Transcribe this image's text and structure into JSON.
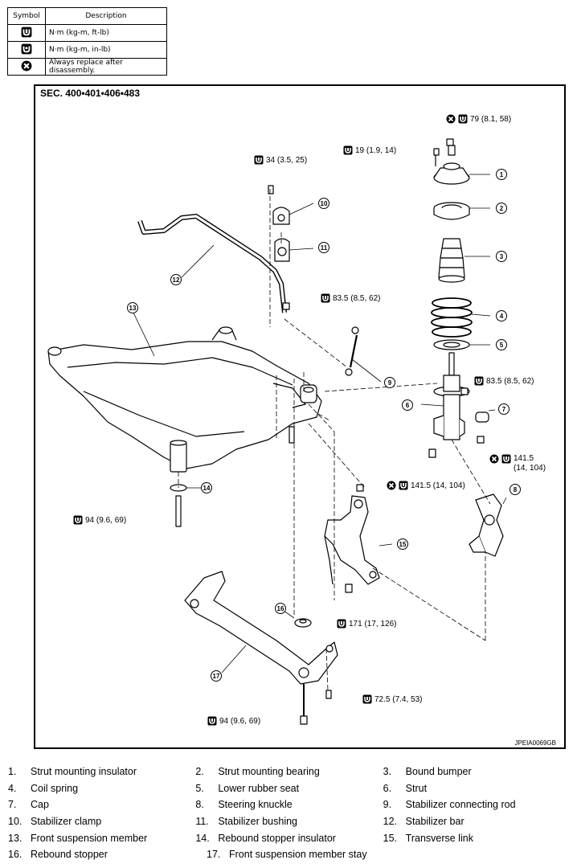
{
  "legend": {
    "headers": [
      "Symbol",
      "Description"
    ],
    "rows": [
      {
        "icon": "torque-ft-lb-icon",
        "text": "N·m (kg-m, ft-lb)"
      },
      {
        "icon": "torque-in-lb-icon",
        "text": "N·m (kg-m, in-lb)"
      },
      {
        "icon": "always-replace-icon",
        "text": "Always replace after disassembly."
      }
    ]
  },
  "diagram": {
    "section": "SEC. 400•401•406•483",
    "figure_code": "JPEIA0069GB",
    "torques": {
      "t79": "79 (8.1, 58)",
      "t19": "19 (1.9, 14)",
      "t34": "34 (3.5, 25)",
      "t835a": "83.5 (8.5, 62)",
      "t835b": "83.5 (8.5, 62)",
      "t1415a_line1": "141.5",
      "t1415a_line2": "(14, 104)",
      "t1415b": "141.5 (14, 104)",
      "t94a": "94 (9.6, 69)",
      "t171": "171 (17, 126)",
      "t725": "72.5 (7.4, 53)",
      "t94b": "94 (9.6, 69)"
    },
    "callout_numbers": [
      "1",
      "2",
      "3",
      "4",
      "5",
      "6",
      "7",
      "8",
      "9",
      "10",
      "11",
      "12",
      "13",
      "14",
      "15",
      "16",
      "17"
    ]
  },
  "parts": [
    [
      {
        "n": "1.",
        "name": "Strut mounting insulator"
      },
      {
        "n": "2.",
        "name": "Strut mounting bearing"
      },
      {
        "n": "3.",
        "name": "Bound bumper"
      }
    ],
    [
      {
        "n": "4.",
        "name": "Coil spring"
      },
      {
        "n": "5.",
        "name": "Lower rubber seat"
      },
      {
        "n": "6.",
        "name": "Strut"
      }
    ],
    [
      {
        "n": "7.",
        "name": "Cap"
      },
      {
        "n": "8.",
        "name": "Steering knuckle"
      },
      {
        "n": "9.",
        "name": "Stabilizer connecting rod"
      }
    ],
    [
      {
        "n": "10.",
        "name": "Stabilizer clamp"
      },
      {
        "n": "11.",
        "name": "Stabilizer bushing"
      },
      {
        "n": "12.",
        "name": "Stabilizer bar"
      }
    ],
    [
      {
        "n": "13.",
        "name": "Front suspension member"
      },
      {
        "n": "14.",
        "name": "Rebound stopper insulator"
      },
      {
        "n": "15.",
        "name": "Transverse link"
      }
    ],
    [
      {
        "n": "16.",
        "name": "Rebound stopper"
      },
      {
        "n": "17.",
        "name": "Front suspension member stay"
      },
      {
        "n": "",
        "name": ""
      }
    ]
  ]
}
